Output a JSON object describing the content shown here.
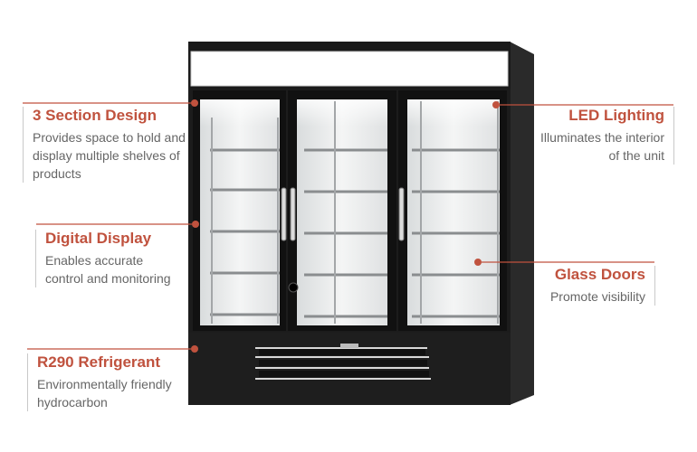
{
  "callouts": {
    "section_design": {
      "title": "3 Section Design",
      "desc_lines": [
        "Provides space to hold and",
        "display multiple shelves of",
        "products"
      ]
    },
    "digital_display": {
      "title": "Digital Display",
      "desc_lines": [
        "Enables accurate",
        "control and monitoring"
      ]
    },
    "refrigerant": {
      "title": "R290 Refrigerant",
      "desc_lines": [
        "Environmentally friendly",
        "hydrocarbon"
      ]
    },
    "led_lighting": {
      "title": "LED Lighting",
      "desc_lines": [
        "Illuminates the interior",
        "of the unit"
      ]
    },
    "glass_doors": {
      "title": "Glass Doors",
      "desc_lines": [
        "Promote visibility"
      ]
    }
  },
  "colors": {
    "accent": "#c0523e",
    "text_gray": "#666666",
    "cabinet": "#1c1c1c"
  }
}
